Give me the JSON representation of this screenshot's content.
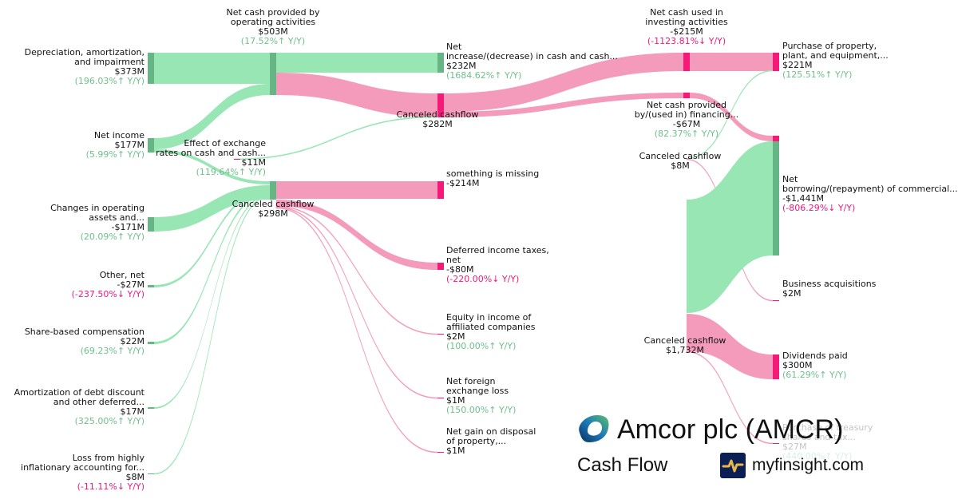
{
  "colors": {
    "positive_band": "#98e6b4",
    "positive_node": "#66b584",
    "negative_band": "#f49aba",
    "negative_node": "#f5197a",
    "up_text": "#6cc18a",
    "down_text": "#f0197a"
  },
  "header": {
    "company": "Amcor plc (AMCR)",
    "subtitle": "Cash Flow",
    "site": "myfinsight.com",
    "company_logo_icon": "amcor-logo-icon",
    "site_logo_icon": "pulse-icon"
  },
  "chart_data": {
    "type": "sankey",
    "nodes": [
      {
        "name": "Depreciation, amortization,\nand impairment",
        "value": "$373M",
        "yoy": "(196.03%↑ Y/Y)",
        "dir": "up"
      },
      {
        "name": "Net income",
        "value": "$177M",
        "yoy": "(5.99%↑ Y/Y)",
        "dir": "up"
      },
      {
        "name": "Changes in operating\nassets and...",
        "value": "-$171M",
        "yoy": "(20.09%↑ Y/Y)",
        "dir": "up"
      },
      {
        "name": "Other, net",
        "value": "-$27M",
        "yoy": "(-237.50%↓ Y/Y)",
        "dir": "down"
      },
      {
        "name": "Share-based compensation",
        "value": "$22M",
        "yoy": "(69.23%↑ Y/Y)",
        "dir": "up"
      },
      {
        "name": "Amortization of debt discount\nand other deferred...",
        "value": "$17M",
        "yoy": "(325.00%↑ Y/Y)",
        "dir": "up"
      },
      {
        "name": "Loss from highly\ninflationary accounting for...",
        "value": "$8M",
        "yoy": "(-11.11%↓ Y/Y)",
        "dir": "down"
      },
      {
        "name": "Net cash provided by\noperating activities",
        "value": "$503M",
        "yoy": "(17.52%↑ Y/Y)",
        "dir": "up"
      },
      {
        "name": "Effect of exchange\nrates on cash and cash...",
        "value": "$11M",
        "yoy": "(119.64%↑ Y/Y)",
        "dir": "up"
      },
      {
        "name": "Canceled cashflow",
        "value": "$298M",
        "yoy": "",
        "dir": ""
      },
      {
        "name": "Net\nincrease/(decrease) in cash and cash...",
        "value": "$232M",
        "yoy": "(1684.62%↑ Y/Y)",
        "dir": "up"
      },
      {
        "name": "Canceled cashflow",
        "value": "$282M",
        "yoy": "",
        "dir": ""
      },
      {
        "name": "something is missing",
        "value": "-$214M",
        "yoy": "",
        "dir": ""
      },
      {
        "name": "Deferred income taxes,\nnet",
        "value": "-$80M",
        "yoy": "(-220.00%↓ Y/Y)",
        "dir": "down"
      },
      {
        "name": "Equity in income of\naffiliated companies",
        "value": "$2M",
        "yoy": "(100.00%↑ Y/Y)",
        "dir": "up"
      },
      {
        "name": "Net foreign\nexchange loss",
        "value": "$1M",
        "yoy": "(150.00%↑ Y/Y)",
        "dir": "up"
      },
      {
        "name": "Net gain on disposal\nof property,...",
        "value": "$1M",
        "yoy": "",
        "dir": ""
      },
      {
        "name": "Net cash used in\ninvesting activities",
        "value": "-$215M",
        "yoy": "(-1123.81%↓ Y/Y)",
        "dir": "down"
      },
      {
        "name": "Net cash provided\nby/(used in) financing...",
        "value": "-$67M",
        "yoy": "(82.37%↑ Y/Y)",
        "dir": "up"
      },
      {
        "name": "Canceled cashflow",
        "value": "$8M",
        "yoy": "",
        "dir": ""
      },
      {
        "name": "Canceled cashflow",
        "value": "$1,732M",
        "yoy": "",
        "dir": ""
      },
      {
        "name": "Purchase of property,\nplant, and equipment,...",
        "value": "$221M",
        "yoy": "(125.51%↑ Y/Y)",
        "dir": "up"
      },
      {
        "name": "Net\nborrowing/(repayment) of commercial...",
        "value": "-$1,441M",
        "yoy": "(-806.29%↓ Y/Y)",
        "dir": "down"
      },
      {
        "name": "Business acquisitions",
        "value": "$2M",
        "yoy": "",
        "dir": ""
      },
      {
        "name": "Dividends paid",
        "value": "$300M",
        "yoy": "(61.29%↑ Y/Y)",
        "dir": "up"
      },
      {
        "name": "Purchase of treasury\nshares and tax...",
        "value": "$27M",
        "yoy": "(440.00%↑ Y/Y)",
        "dir": "up"
      }
    ],
    "links": [
      {
        "source": 0,
        "target": 7,
        "value": 373,
        "sign": "positive"
      },
      {
        "source": 1,
        "target": 7,
        "value": 130,
        "sign": "positive"
      },
      {
        "source": 1,
        "target": 9,
        "value": 47,
        "sign": "positive"
      },
      {
        "source": 2,
        "target": 9,
        "value": 171,
        "sign": "positive"
      },
      {
        "source": 3,
        "target": 9,
        "value": 27,
        "sign": "positive"
      },
      {
        "source": 4,
        "target": 9,
        "value": 22,
        "sign": "positive"
      },
      {
        "source": 5,
        "target": 9,
        "value": 17,
        "sign": "positive"
      },
      {
        "source": 6,
        "target": 9,
        "value": 8,
        "sign": "positive"
      },
      {
        "source": 7,
        "target": 10,
        "value": 232,
        "sign": "positive"
      },
      {
        "source": 7,
        "target": 11,
        "value": 271,
        "sign": "negative"
      },
      {
        "source": 8,
        "target": 11,
        "value": 11,
        "sign": "positive"
      },
      {
        "source": 9,
        "target": 12,
        "value": 214,
        "sign": "negative"
      },
      {
        "source": 9,
        "target": 13,
        "value": 80,
        "sign": "negative"
      },
      {
        "source": 9,
        "target": 14,
        "value": 2,
        "sign": "negative"
      },
      {
        "source": 9,
        "target": 15,
        "value": 1,
        "sign": "negative"
      },
      {
        "source": 9,
        "target": 16,
        "value": 1,
        "sign": "negative"
      },
      {
        "source": 11,
        "target": 17,
        "value": 215,
        "sign": "negative"
      },
      {
        "source": 11,
        "target": 18,
        "value": 67,
        "sign": "negative"
      },
      {
        "source": 17,
        "target": 21,
        "value": 215,
        "sign": "negative"
      },
      {
        "source": 19,
        "target": 21,
        "value": 6,
        "sign": "positive"
      },
      {
        "source": 19,
        "target": 23,
        "value": 2,
        "sign": "negative"
      },
      {
        "source": 18,
        "target": 22,
        "value": 67,
        "sign": "negative"
      },
      {
        "source": 20,
        "target": 22,
        "value": 1374,
        "sign": "positive"
      },
      {
        "source": 20,
        "target": 24,
        "value": 300,
        "sign": "negative"
      },
      {
        "source": 20,
        "target": 25,
        "value": 27,
        "sign": "negative"
      }
    ]
  }
}
